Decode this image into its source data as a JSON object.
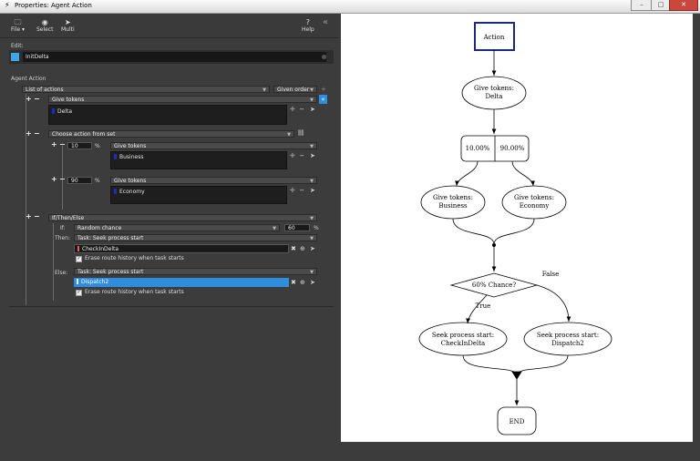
{
  "window": {
    "title": "Properties: Agent Action",
    "minimize": "–",
    "maximize": "□",
    "close": "✕"
  },
  "toolbar": {
    "file": "File",
    "select": "Select",
    "multi": "Multi",
    "help": "Help"
  },
  "edit": {
    "label": "Edit:",
    "value": "InitDelta"
  },
  "agent_action": {
    "label": "Agent Action"
  },
  "list_of_actions": {
    "label": "List of actions",
    "order": "Given order"
  },
  "give_tokens_1": {
    "label": "Give tokens",
    "item": "Delta"
  },
  "choose_set": {
    "label": "Choose action from set"
  },
  "option_1": {
    "percent": "10",
    "unit": "%",
    "action": "Give tokens",
    "item": "Business"
  },
  "option_2": {
    "percent": "90",
    "unit": "%",
    "action": "Give tokens",
    "item": "Economy"
  },
  "if_then_else": {
    "label": "If/Then/Else",
    "if_label": "If:",
    "condition": "Random chance",
    "chance": "60",
    "unit": "%",
    "then_label": "Then:",
    "then_task": "Task: Seek process start",
    "then_value": "CheckInDelta",
    "then_erase": "Erase route history when task starts",
    "else_label": "Else:",
    "else_task": "Task: Seek process start",
    "else_value": "Dispatch2",
    "else_erase": "Erase route history when task starts"
  },
  "graph": {
    "action": "Action",
    "give_delta_1": "Give tokens:",
    "give_delta_2": "Delta",
    "split_left": "10.00%",
    "split_right": "90.00%",
    "give_business_1": "Give tokens:",
    "give_business_2": "Business",
    "give_economy_1": "Give tokens:",
    "give_economy_2": "Economy",
    "decision": "60% Chance?",
    "false_label": "False",
    "true_label": "True",
    "seek_checkin_1": "Seek process start:",
    "seek_checkin_2": "CheckInDelta",
    "seek_dispatch_1": "Seek process start:",
    "seek_dispatch_2": "Dispatch2",
    "end": "END"
  }
}
